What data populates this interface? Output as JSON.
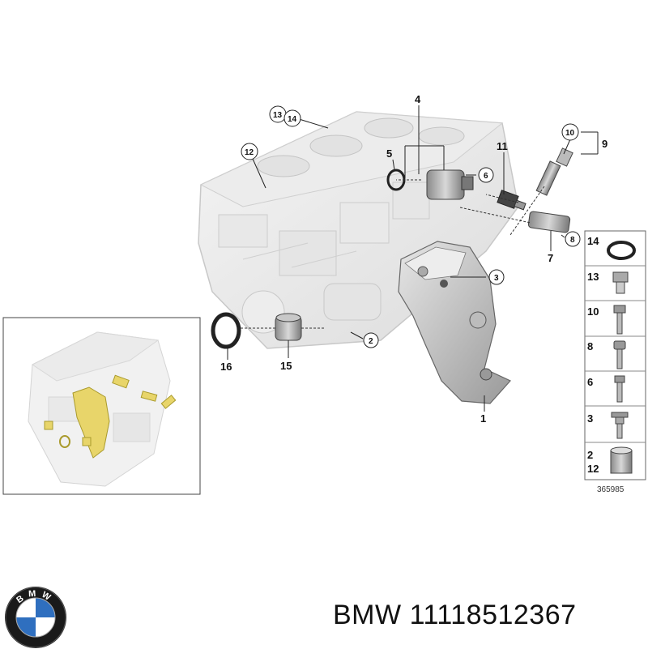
{
  "diagram": {
    "callouts": [
      "1",
      "2",
      "3",
      "4",
      "5",
      "6",
      "7",
      "8",
      "9",
      "10",
      "11",
      "12",
      "13",
      "14",
      "15",
      "16"
    ],
    "legend": [
      {
        "labels": [
          "14"
        ],
        "part": "gasket-ring"
      },
      {
        "labels": [
          "13"
        ],
        "part": "plug-screw"
      },
      {
        "labels": [
          "10"
        ],
        "part": "hex-bolt-long"
      },
      {
        "labels": [
          "8"
        ],
        "part": "socket-bolt"
      },
      {
        "labels": [
          "6"
        ],
        "part": "hex-bolt"
      },
      {
        "labels": [
          "3"
        ],
        "part": "flange-bolt"
      },
      {
        "labels": [
          "2",
          "12"
        ],
        "part": "dowel-sleeve"
      }
    ],
    "reference_number": "365985"
  },
  "logo": {
    "text": "BMW"
  },
  "caption": {
    "brand": "BMW",
    "part_number": "11118512367"
  }
}
